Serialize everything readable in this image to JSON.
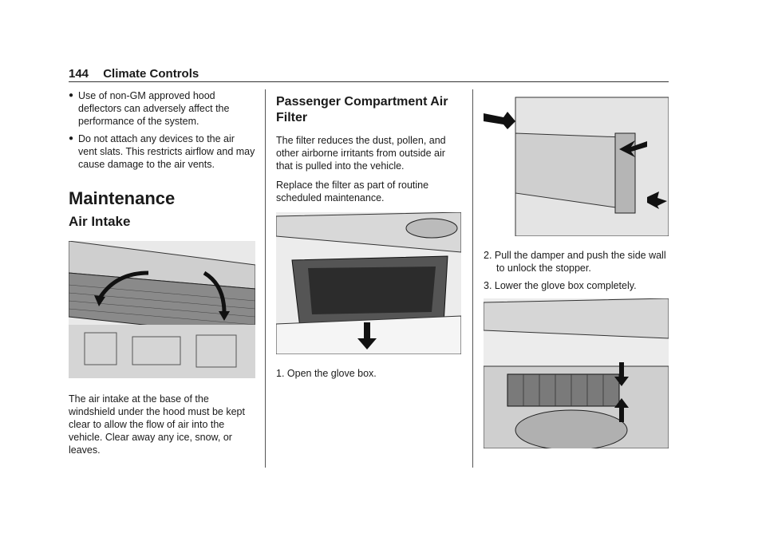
{
  "header": {
    "page_number": "144",
    "section": "Climate Controls"
  },
  "col1": {
    "bullets": [
      "Use of non-GM approved hood deflectors can adversely affect the performance of the system.",
      "Do not attach any devices to the air vent slats. This restricts airflow and may cause damage to the air vents."
    ],
    "heading_maintenance": "Maintenance",
    "heading_air_intake": "Air Intake",
    "air_intake_text": "The air intake at the base of the windshield under the hood must be kept clear to allow the flow of air into the vehicle. Clear away any ice, snow, or leaves."
  },
  "col2": {
    "heading": "Passenger Compartment Air Filter",
    "para1": "The filter reduces the dust, pollen, and other airborne irritants from outside air that is pulled into the vehicle.",
    "para2": "Replace the filter as part of routine scheduled maintenance.",
    "step1": "1.  Open the glove box."
  },
  "col3": {
    "step2": "2.  Pull the damper and push the side wall to unlock the stopper.",
    "step3": "3.  Lower the glove box completely."
  }
}
